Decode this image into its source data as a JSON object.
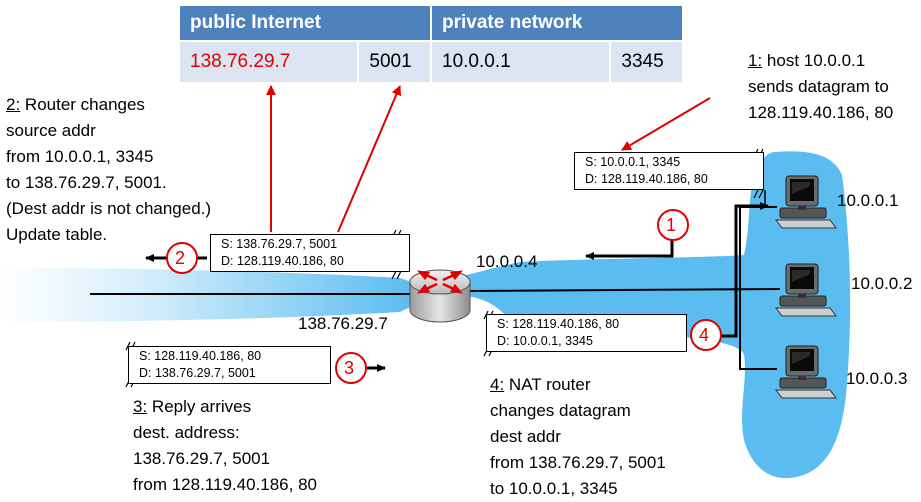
{
  "table": {
    "headers": [
      "public Internet",
      "private network"
    ],
    "row": [
      "138.76.29.7",
      "5001",
      "10.0.0.1",
      "3345"
    ],
    "highlight_color": "#e00000",
    "header_color": "#4f81bd",
    "cell_color": "#dbe4f0"
  },
  "cloud_color": "#5bbcf0",
  "steps": {
    "s1": {
      "num": "1",
      "label": "1:",
      "lines": [
        " host 10.0.0.1",
        "sends datagram to",
        "128.119.40.186, 80"
      ]
    },
    "s2": {
      "num": "2",
      "label": "2:",
      "lines": [
        "  Router changes",
        "source addr",
        "from 10.0.0.1, 3345",
        "to 138.76.29.7, 5001.",
        "(Dest addr is not changed.)",
        "Update table."
      ]
    },
    "s3": {
      "num": "3",
      "label": "3:",
      "lines": [
        " Reply arrives",
        "dest. address:",
        "138.76.29.7, 5001",
        "from 128.119.40.186, 80"
      ]
    },
    "s4": {
      "num": "4",
      "label": "4:",
      "lines": [
        " NAT router",
        "changes datagram",
        "dest addr",
        "from 138.76.29.7, 5001",
        "to 10.0.0.1, 3345"
      ]
    }
  },
  "packets": {
    "p1": {
      "src": "S: 10.0.0.1, 3345",
      "dst": "D: 128.119.40.186, 80"
    },
    "p2": {
      "src": "S: 138.76.29.7, 5001",
      "dst": "D: 128.119.40.186, 80"
    },
    "p3": {
      "src": "S: 128.119.40.186, 80",
      "dst": "D: 138.76.29.7, 5001"
    },
    "p4": {
      "src": "S: 128.119.40.186, 80",
      "dst": "D: 10.0.0.1, 3345"
    }
  },
  "addresses": {
    "router_private": "10.0.0.4",
    "router_public": "138.76.29.7",
    "host1": "10.0.0.1",
    "host2": "10.0.0.2",
    "host3": "10.0.0.3"
  },
  "icons": {
    "router": "router-icon",
    "host": "desktop-computer-icon"
  }
}
